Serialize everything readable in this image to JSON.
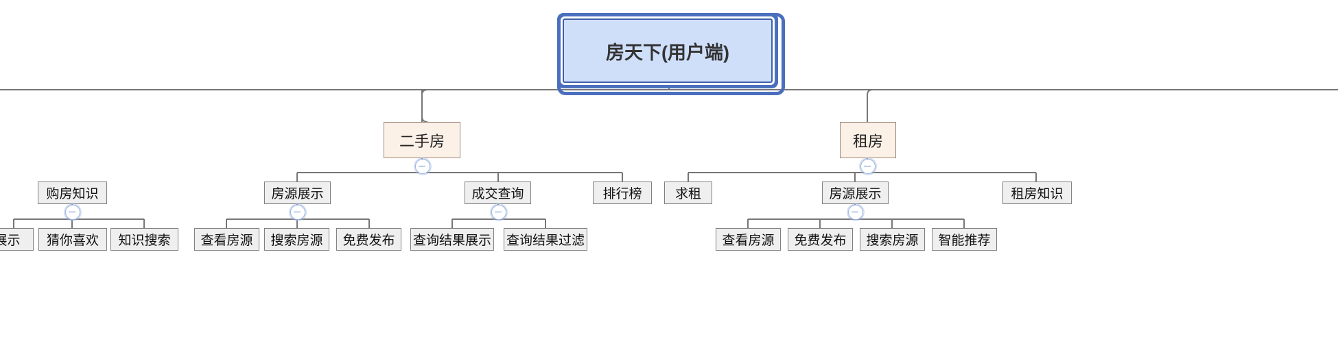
{
  "diagram": {
    "type": "mind-map-tree",
    "title": "房天下(用户端)",
    "orientation": "top-down",
    "colors": {
      "root_fill": "#cfdffa",
      "root_border": "#4a6fbd",
      "category_fill": "#fcf1e7",
      "category_border": "#9b8578",
      "leaf_fill": "#efefef",
      "leaf_border": "#808080",
      "edge": "#767676",
      "toggle_accent": "#5b7fc4",
      "background": "#ffffff"
    },
    "toggle_icon": "collapse-minus-icon"
  },
  "nodes": {
    "root": {
      "label": "房天下(用户端)"
    },
    "level2": [
      {
        "id": "ershoufang",
        "label": "二手房"
      },
      {
        "id": "zufang",
        "label": "租房"
      }
    ],
    "level3": [
      {
        "id": "goufangzhishi",
        "label": "购房知识"
      },
      {
        "id": "fangyuan_esf",
        "label": "房源展示"
      },
      {
        "id": "chengjiaochaxun",
        "label": "成交查询"
      },
      {
        "id": "paihangbang",
        "label": "排行榜"
      },
      {
        "id": "qiuzu",
        "label": "求租"
      },
      {
        "id": "fangyuan_zf",
        "label": "房源展示"
      },
      {
        "id": "zufangzhishi",
        "label": "租房知识"
      }
    ],
    "level4": [
      {
        "id": "zhanshi",
        "label": "展示",
        "clipped": true
      },
      {
        "id": "cainixihuan",
        "label": "猜你喜欢"
      },
      {
        "id": "zhishisousuo",
        "label": "知识搜索"
      },
      {
        "id": "chakanfangyuan_1",
        "label": "查看房源"
      },
      {
        "id": "sousuofangyuan_1",
        "label": "搜索房源"
      },
      {
        "id": "mianfeifabu_1",
        "label": "免费发布"
      },
      {
        "id": "chaxunjieguozhanshi",
        "label": "查询结果展示"
      },
      {
        "id": "chaxunjieguoguolv",
        "label": "查询结果过滤"
      },
      {
        "id": "chakanfangyuan_2",
        "label": "查看房源"
      },
      {
        "id": "mianfeifabu_2",
        "label": "免费发布"
      },
      {
        "id": "sousuofangyuan_2",
        "label": "搜索房源"
      },
      {
        "id": "zhinengtuijian",
        "label": "智能推荐"
      }
    ]
  },
  "toggles": [
    {
      "id": "toggle-ershoufang",
      "state": "expanded",
      "icon": "minus-circle-icon"
    },
    {
      "id": "toggle-zufang",
      "state": "expanded",
      "icon": "minus-circle-icon"
    },
    {
      "id": "toggle-goufangzhishi",
      "state": "expanded",
      "icon": "minus-circle-icon"
    },
    {
      "id": "toggle-fangyuan-esf",
      "state": "expanded",
      "icon": "minus-circle-icon"
    },
    {
      "id": "toggle-chengjiao",
      "state": "expanded",
      "icon": "minus-circle-icon"
    },
    {
      "id": "toggle-fangyuan-zf",
      "state": "expanded",
      "icon": "minus-circle-icon"
    }
  ]
}
